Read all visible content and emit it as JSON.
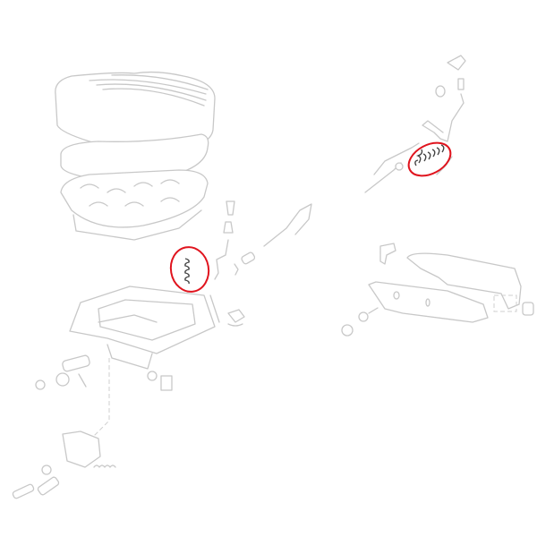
{
  "diagram": {
    "kind": "exploded-parts-view",
    "line_color": "#c8c8c8",
    "highlight_color": "#e0141e",
    "highlighted_part_color": "#444444",
    "highlights": [
      {
        "part": "spring",
        "group": "seat-frame"
      },
      {
        "part": "spring",
        "group": "adjuster-lever"
      }
    ]
  }
}
